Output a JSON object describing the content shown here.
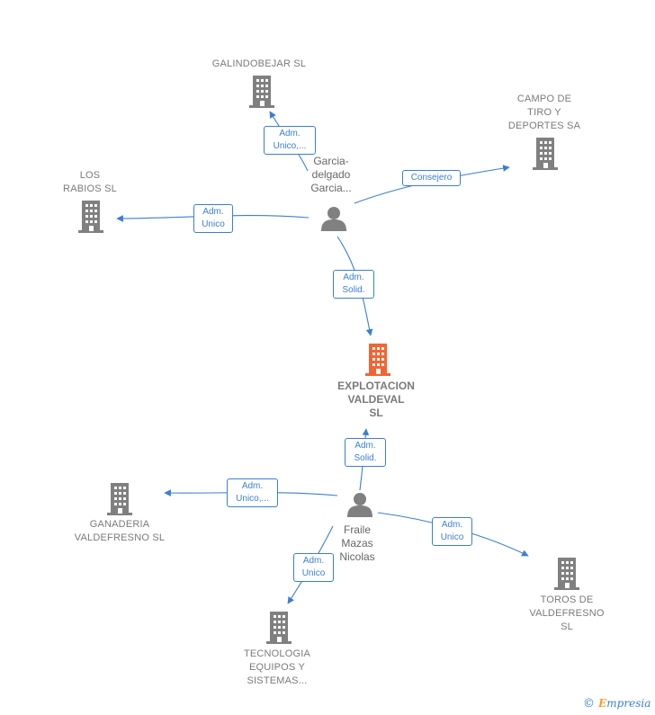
{
  "central": {
    "lines": [
      "EXPLOTACION",
      "VALDEVAL",
      "SL"
    ]
  },
  "persons": [
    {
      "id": "p1",
      "lines": [
        "Garcia-",
        "delgado",
        "Garcia..."
      ]
    },
    {
      "id": "p2",
      "lines": [
        "Fraile",
        "Mazas",
        "Nicolas"
      ]
    }
  ],
  "companies": [
    {
      "id": "galindobejar",
      "lines": [
        "GALINDOBEJAR SL"
      ]
    },
    {
      "id": "campo",
      "lines": [
        "CAMPO DE",
        "TIRO Y",
        "DEPORTES SA"
      ]
    },
    {
      "id": "losrabios",
      "lines": [
        "LOS",
        "RABIOS SL"
      ]
    },
    {
      "id": "ganaderia",
      "lines": [
        "GANADERIA",
        "VALDEFRESNO SL"
      ]
    },
    {
      "id": "toros",
      "lines": [
        "TOROS DE",
        "VALDEFRESNO",
        "SL"
      ]
    },
    {
      "id": "tecnologia",
      "lines": [
        "TECNOLOGIA",
        "EQUIPOS Y",
        "SISTEMAS..."
      ]
    }
  ],
  "edges": [
    {
      "id": "e1",
      "lines": [
        "Adm.",
        "Unico,..."
      ]
    },
    {
      "id": "e2",
      "lines": [
        "Consejero"
      ]
    },
    {
      "id": "e3",
      "lines": [
        "Adm.",
        "Unico"
      ]
    },
    {
      "id": "e4",
      "lines": [
        "Adm.",
        "Solid."
      ]
    },
    {
      "id": "e5",
      "lines": [
        "Adm.",
        "Solid."
      ]
    },
    {
      "id": "e6",
      "lines": [
        "Adm.",
        "Unico,..."
      ]
    },
    {
      "id": "e7",
      "lines": [
        "Adm.",
        "Unico"
      ]
    },
    {
      "id": "e8",
      "lines": [
        "Adm.",
        "Unico"
      ]
    }
  ],
  "colors": {
    "edge": "#3a7fd5",
    "company_icon": "#808080",
    "central_icon": "#f26532",
    "person_icon": "#808080"
  },
  "copyright": {
    "symbol": "©",
    "brand_first": "E",
    "brand_rest": "mpresia"
  }
}
